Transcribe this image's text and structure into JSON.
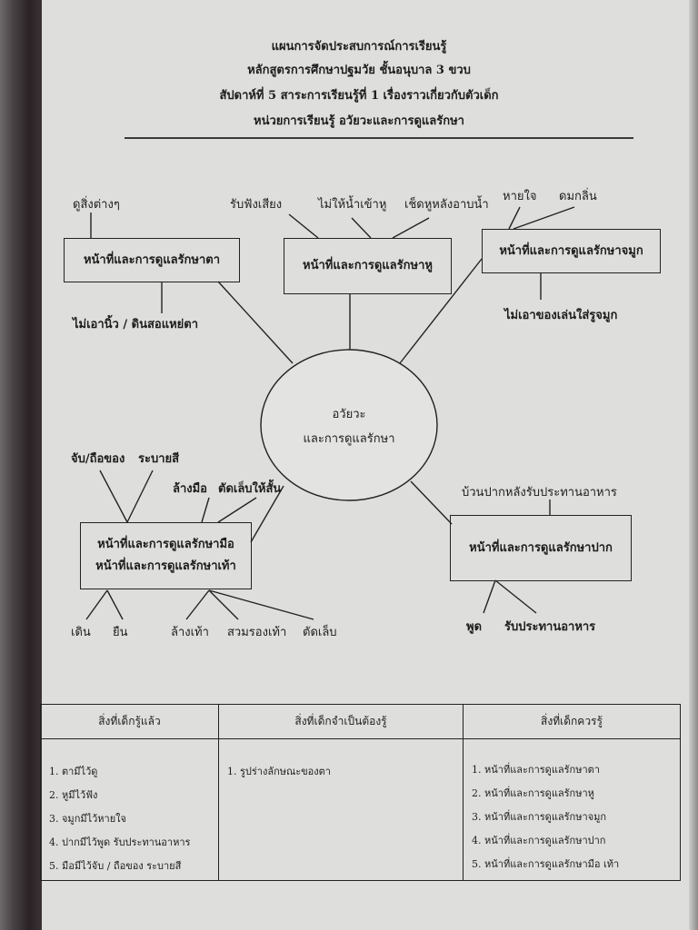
{
  "header": {
    "line1": "แผนการจัดประสบการณ์การเรียนรู้",
    "line2": "หลักสูตรการศึกษาปฐมวัย ชั้นอนุบาล 3 ขวบ",
    "line3": "สัปดาห์ที่  5   สาระการเรียนรู้ที่ 1  เรื่องราวเกี่ยวกับตัวเด็ก",
    "line4": "หน่วยการเรียนรู้  อวัยวะและการดูแลรักษา"
  },
  "center": {
    "line1": "อวัยวะ",
    "line2": "และการดูแลรักษา"
  },
  "eye": {
    "box": "หน้าที่และการดูแลรักษาตา",
    "top": "ดูสิ่งต่างๆ",
    "bottom": "ไม่เอานิ้ว / ดินสอแหย่ตา"
  },
  "ear": {
    "box": "หน้าที่และการดูแลรักษาหู",
    "items": [
      "รับฟังเสียง",
      "ไม่ให้น้ำเข้าหู",
      "เช็ดหูหลังอาบน้ำ"
    ]
  },
  "nose": {
    "box": "หน้าที่และการดูแลรักษาจมูก",
    "items": [
      "หายใจ",
      "ดมกลิ่น"
    ],
    "bottom": "ไม่เอาของเล่นใส่รูจมูก"
  },
  "hand": {
    "box1": "หน้าที่และการดูแลรักษามือ",
    "box2": "หน้าที่และการดูแลรักษาเท้า",
    "top_left": [
      "จับ/ถือของ",
      "ระบายสี"
    ],
    "top_right": [
      "ล้างมือ",
      "ตัดเล็บให้สั้น"
    ],
    "bottom": [
      "เดิน",
      "ยืน",
      "ล้างเท้า",
      "สวมรองเท้า",
      "ตัดเล็บ"
    ]
  },
  "mouth": {
    "box": "หน้าที่และการดูแลรักษาปาก",
    "top": "บ้วนปากหลังรับประทานอาหาร",
    "bottom": [
      "พูด",
      "รับประทานอาหาร"
    ]
  },
  "table": {
    "headers": [
      "สิ่งที่เด็กรู้แล้ว",
      "สิ่งที่เด็กจำเป็นต้องรู้",
      "สิ่งที่เด็กควรรู้"
    ],
    "col1": [
      "1. ตามีไว้ดู",
      "2. หูมีไว้ฟัง",
      "3. จมูกมีไว้หายใจ",
      "4. ปากมีไว้พูด  รับประทานอาหาร",
      "5. มือมีไว้จับ / ถือของ  ระบายสี"
    ],
    "col2": [
      "1. รูปร่างลักษณะของตา"
    ],
    "col3": [
      "1.  หน้าที่และการดูแลรักษาตา",
      "2.  หน้าที่และการดูแลรักษาหู",
      "3. หน้าที่และการดูแลรักษาจมูก",
      "4. หน้าที่และการดูแลรักษาปาก",
      "5.  หน้าที่และการดูแลรักษามือ เท้า"
    ]
  }
}
